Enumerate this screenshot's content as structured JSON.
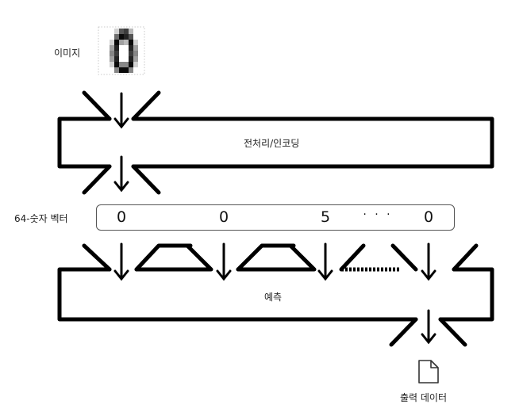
{
  "input": {
    "label": "이미지"
  },
  "preprocess": {
    "label": "전처리/인코딩"
  },
  "vector": {
    "label": "64-숫자 벡터",
    "values": [
      "0",
      "0",
      "5",
      "· · ·",
      "0"
    ]
  },
  "predict": {
    "label": "예측"
  },
  "output": {
    "label": "출력 데이터",
    "icon": "document-icon"
  },
  "colors": {
    "stroke": "#000000",
    "text": "#222222"
  }
}
